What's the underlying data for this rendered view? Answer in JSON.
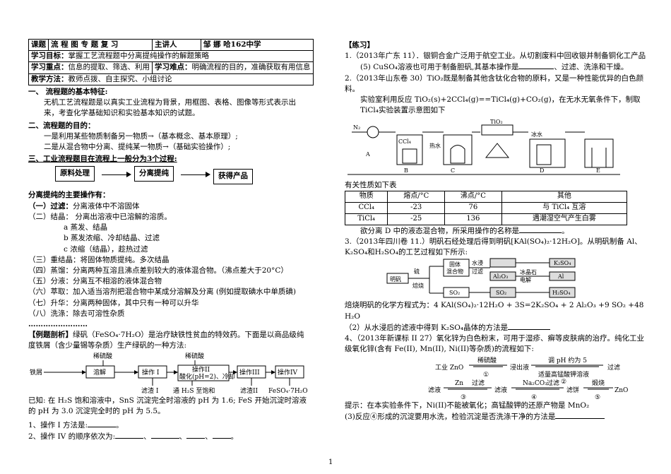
{
  "header": {
    "topic_label": "课题",
    "topic": "流 程 图 专 题 复 习",
    "speaker_label": "主讲人",
    "speaker": "邹 娜   哈162中学",
    "goal_label": "学习目标：",
    "goal": "掌握工艺流程题中分离提纯操作的解题策略",
    "focus_label": "学习重点：",
    "focus": "信息的提取、筛选、利用",
    "difficulty_label": "学习难点：",
    "difficulty": "明确流程的目的，准确获取有用信息",
    "method_label": "教学方法：",
    "method": "教师点拨、自主探究、小组讨论"
  },
  "s1": {
    "title": "一、   流程题的基本特征:",
    "body": "无机工艺流程题是以真实工业流程为背景，用框图、表格、图像等形式表示出来，考查化学基础知识和实验基本知识的试题。"
  },
  "s2": {
    "title": "二、流程题的目的：",
    "l1": "一是利用某些物质制备另一物质→（基本概念、基本原理）;",
    "l2": "二是从混合物中分离、提纯某一物质→（基础实验操作）;"
  },
  "s3": {
    "title": "三、工业流程题目在流程上一般分为3个过程:",
    "box1": "原料处理",
    "box2": "分离提纯",
    "box3": "获得产品"
  },
  "ops": {
    "title": "分离提纯的主要操作有：",
    "o1": "（一）过滤：分离液体中不溶固体",
    "o2": "（二）结晶：  分离出溶液中已溶解的溶质。",
    "o2a": "a 蒸发、结晶",
    "o2b": "b 蒸发浓缩、冷却结晶、过滤",
    "o2c": "c 浓缩（结晶），趁热过滤",
    "o3": "（三）重结晶：将固体物质提纯。多次结晶",
    "o4": "（四）蒸馏：分离两种互溶且沸点差别较大的液体混合物。（沸点差大于20°C）",
    "o5": "（五）分液：分离互不相溶的液体混合物",
    "o6": "（六）萃取：加入适当溶剂把混合物中某成分溶解及分离 (例如提取碘水中单质碘)",
    "o7": "（七）升华：分离两种固体，其中只有一种可以升华",
    "o8": "（八）洗涤：除去可溶性杂质",
    "dots": "  ……………………"
  },
  "example": {
    "lead": "【例题剖析】",
    "text": "绿矾（FeSO₄·7H₂O）是治疗缺铁性贫血的特效药。下面是以商品级纯度铁屑（含少量锡等杂质）生产绿矾的一种方法:",
    "flow": {
      "reagent1": "稀硫酸",
      "reagent2": "稀硫酸",
      "start": "铁屑",
      "b1": "溶解",
      "b2": "操作 I",
      "b3a": "操作II",
      "b3b": "酸化(pH=2)、冷却",
      "b4": "操作III",
      "b5": "操作IV",
      "o1": "滤渣 I",
      "o2": "通 H₂S 至饱和",
      "o3": "滤渣II",
      "o4": "FeSO₄·7H₂O"
    },
    "known": "已知: 在 H₂S 饱和溶液中，SnS 沉淀完全时溶液的 pH 为 1.6; FeS 开始沉淀时溶液的 pH 为 3.0 沉淀完全时的 pH 为 5.5。",
    "q1": "1、操作 I 方法是:",
    "q1end": "。",
    "q2": "2、操作 IV 的顺序依次为:",
    "q2sep": "、",
    "q2end": "。"
  },
  "practice": {
    "title": "【练习】",
    "p1": "1.（2013年广东 11）．银铜合金广泛用于航空工业。从切割废料中回收银并制备铜化工产品",
    "p1b": "(5) CuSO₄溶液也可用于制备胆矾,其基本操作是",
    "p1c": "、过滤、洗涤和干燥。",
    "p2": "2.（2013年山东卷 30）TiO₂既是制备其他含钛化合物的原料，又是一种性能优异的白色颜料。",
    "p2b": "实验室利用反应 TiO₂(s)+2CCl₄(g)==TiCl₄(g)+CO₂(g)，在无水无氧条件下，制取 TiCl₄实验装置示意图如下",
    "app": {
      "n2": "N₂",
      "a": "A",
      "b": "B",
      "c": "C",
      "d": "D",
      "e": "E",
      "ccl4": "CCl₄",
      "hot": "热水",
      "tio2": "TiO₂",
      "ice": "冰水"
    },
    "table_intro": "有关性质如下表",
    "table": {
      "head": [
        "物质",
        "熔点/°C",
        "沸点/°C",
        "其他"
      ],
      "rows": [
        [
          "CCl₄",
          "-23",
          "76",
          "与 TiCl₄ 互溶"
        ],
        [
          "TiCl₄",
          "-25",
          "136",
          "遇潮湿空气产生白雾"
        ]
      ]
    },
    "p2q": "欲分离 D 中的液态混合物，所采用操作的名称是",
    "p2qend": "。",
    "p3": "3.（2013年四川卷 11.）明矾石经处理后得到明矾[KAl(SO₄)₂·12H₂O]。从明矾制备 Al、K₂SO₄和H₂SO₄的工艺过程如下所示:",
    "flow3": {
      "start": "明矾",
      "r1": "硫",
      "r2": "焙烧",
      "solid": "固体",
      "mix": "混合物",
      "w1": "水浸",
      "w2": "过滤",
      "al2o3": "Al₂O₃",
      "cryo": "冰晶石",
      "elec": "电解",
      "k2so4": "K₂SO₄",
      "al": "Al",
      "so2a": "SO₂",
      "so2b": "SO₂",
      "h2so4": "H₂SO₄"
    },
    "p3eq": "焙烧明矾的化学方程式为：4 KAl(SO₄)₂·12H₂O + 3S=2K₂SO₄ + 2 Al₂O₃ +9 SO₂ +48 H₂O",
    "p3q": "（2）从水浸后的滤液中得到 K₂SO₄晶体的方法是",
    "p4": "4、（2013年新课标 II 27）氧化锌为白色粉末，可用于湿疹、癣等皮肤病的治疗。纯化工业级氧化锌(含有 Fe(II), Mn(II), Ni(II)等杂质)的流程如下:",
    "flow4": {
      "a1": "工业 ZnO",
      "a2": "稀硫酸",
      "a3": "浸出液",
      "a4": "调 pH 约为 5",
      "a5": "适量高锰酸钾溶液",
      "a6": "过滤",
      "n1": "①",
      "n2": "②",
      "b1": "滤液",
      "b2": "Zn",
      "b3": "过滤",
      "b4": "滤液",
      "b5": "Na₂CO₃",
      "b6": "过滤",
      "b7": "滤饼",
      "b8": "煅烧",
      "b9": "ZnO",
      "n3": "③",
      "n4": "④",
      "n5": "⑤"
    },
    "hint": "提示：在本实验条件下，Ni(II)不能被氧化；高锰酸钾的还原产物是 MnO₂",
    "p4q": "(3)反应④形成的沉淀要用水洗，检验沉淀是否洗涤干净的方法是"
  },
  "page_number": "1"
}
